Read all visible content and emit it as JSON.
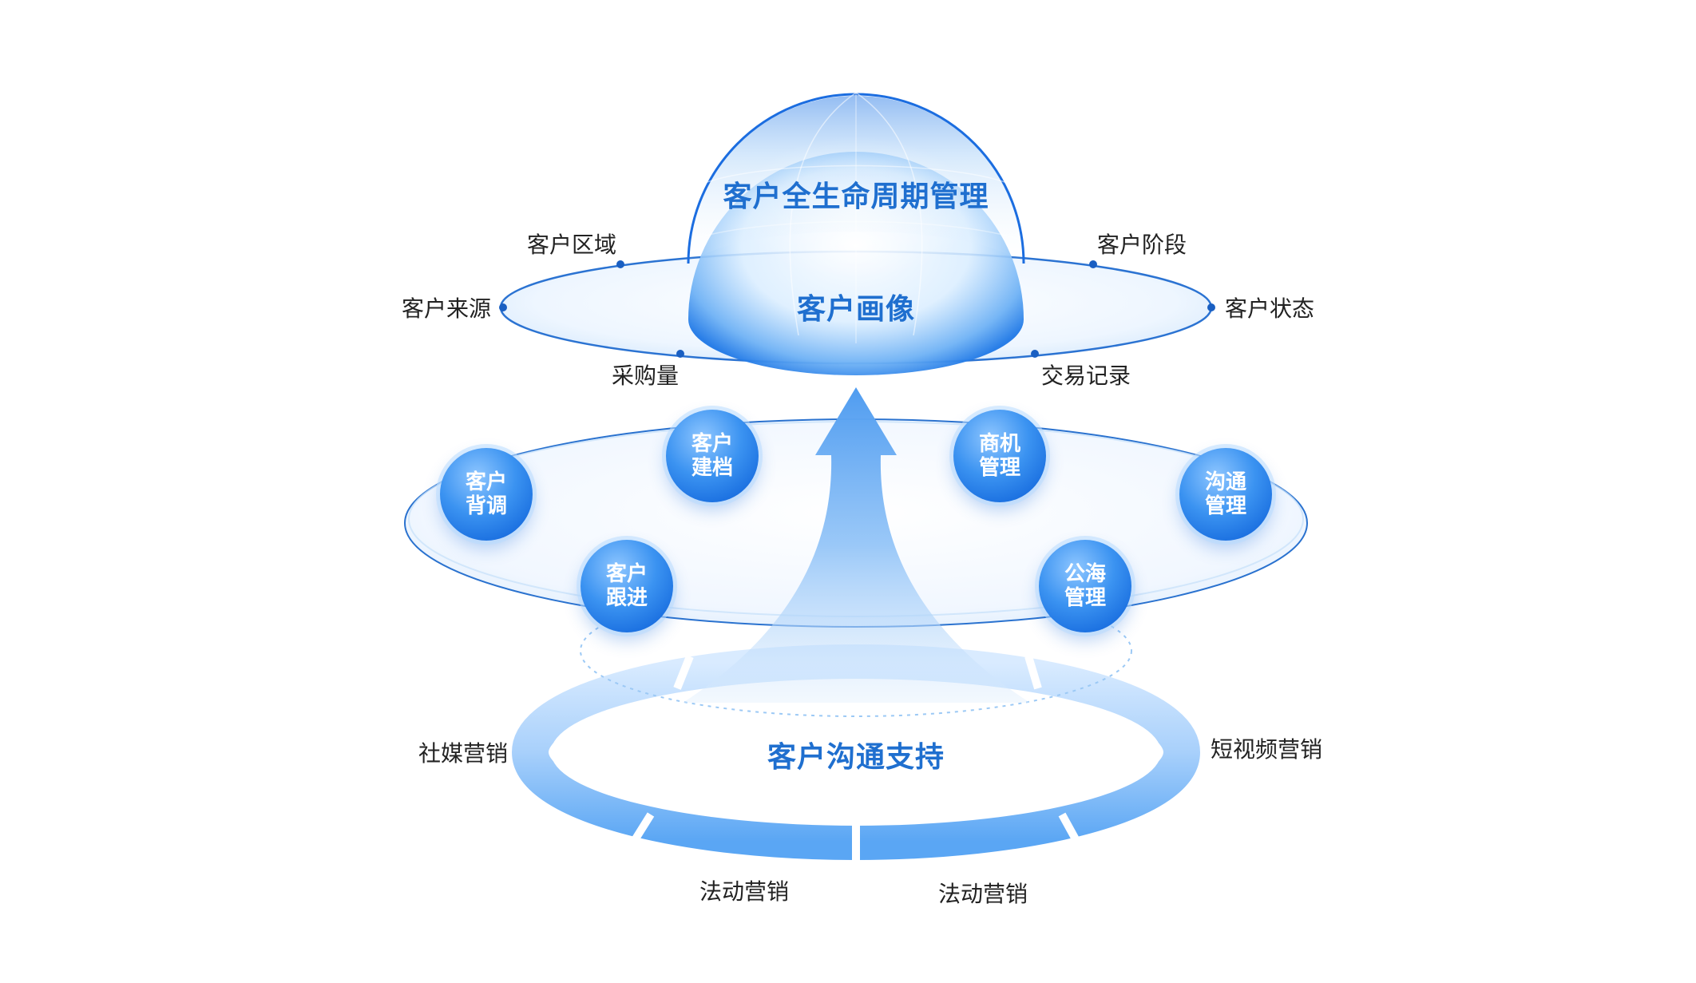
{
  "diagram": {
    "top_title": "客户全生命周期管理",
    "portrait_title": "客户画像",
    "portrait_labels": [
      "客户区域",
      "客户阶段",
      "客户来源",
      "客户状态",
      "采购量",
      "交易记录"
    ],
    "modules": [
      {
        "line1": "客户",
        "line2": "建档"
      },
      {
        "line1": "商机",
        "line2": "管理"
      },
      {
        "line1": "客户",
        "line2": "背调"
      },
      {
        "line1": "沟通",
        "line2": "管理"
      },
      {
        "line1": "客户",
        "line2": "跟进"
      },
      {
        "line1": "公海",
        "line2": "管理"
      }
    ],
    "support_title": "客户沟通支持",
    "marketing_labels": [
      "社媒营销",
      "短视频营销",
      "法动营销",
      "法动营销"
    ]
  },
  "colors": {
    "primary_blue": "#1a6fe0",
    "title_blue": "#1f6fcf",
    "light_blue": "#bcdcff",
    "text": "#222222"
  }
}
